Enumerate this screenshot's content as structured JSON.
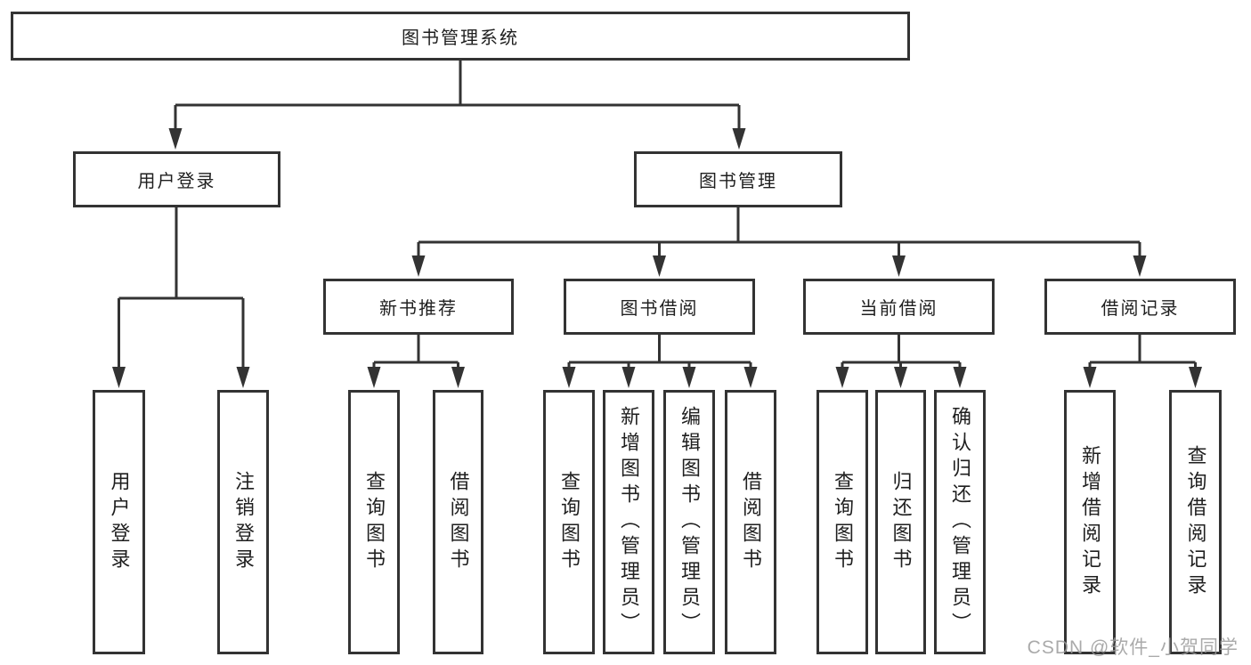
{
  "diagram": {
    "root": {
      "label": "图书管理系统"
    },
    "level2": {
      "user_login": {
        "label": "用户登录"
      },
      "book_management": {
        "label": "图书管理"
      }
    },
    "level3": {
      "new_book_recommend": {
        "label": "新书推荐"
      },
      "book_borrow": {
        "label": "图书借阅"
      },
      "current_borrow": {
        "label": "当前借阅"
      },
      "borrow_record": {
        "label": "借阅记录"
      }
    },
    "leaves": {
      "user_login": {
        "label": "用户登录"
      },
      "logout": {
        "label": "注销登录"
      },
      "rec_query_book": {
        "label": "查询图书"
      },
      "rec_borrow_book": {
        "label": "借阅图书"
      },
      "bb_query_book": {
        "label": "查询图书"
      },
      "bb_add_book": {
        "label": "新增图书（管理员）"
      },
      "bb_edit_book": {
        "label": "编辑图书（管理员）"
      },
      "bb_borrow_book": {
        "label": "借阅图书"
      },
      "cb_query_book": {
        "label": "查询图书"
      },
      "cb_return_book": {
        "label": "归还图书"
      },
      "cb_confirm_return": {
        "label": "确认归还（管理员）"
      },
      "br_add_record": {
        "label": "新增借阅记录"
      },
      "br_query_record": {
        "label": "查询借阅记录"
      }
    }
  },
  "watermark": {
    "text": "CSDN @软件_小贺同学"
  },
  "colors": {
    "line": "#333333",
    "box_border": "#333333",
    "background": "#ffffff",
    "text": "#1f1f1f",
    "watermark": "#9b9b9b"
  }
}
